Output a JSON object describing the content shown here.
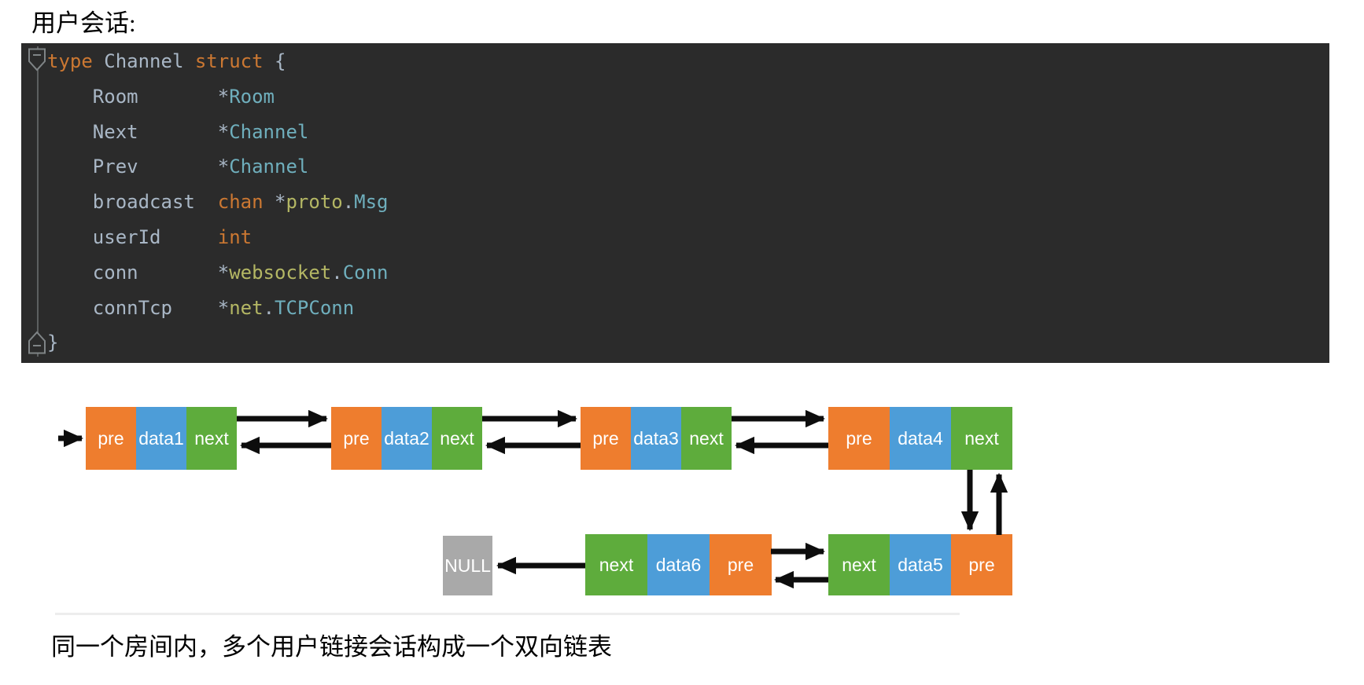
{
  "heading": "用户会话:",
  "caption": "同一个房间内，多个用户链接会话构成一个双向链表",
  "code": {
    "colors": {
      "background": "#2B2B2B",
      "keyword": "#CC7832",
      "plain": "#A9B7C6",
      "type": "#6FAFBD",
      "package": "#B4B764"
    },
    "icons": [
      "fold-region-start-icon",
      "fold-region-end-icon"
    ],
    "lines": [
      [
        {
          "t": "type ",
          "c": "kw"
        },
        {
          "t": "Channel ",
          "c": "pl"
        },
        {
          "t": "struct ",
          "c": "kw"
        },
        {
          "t": "{",
          "c": "pl"
        }
      ],
      [
        {
          "t": "    Room       ",
          "c": "pl"
        },
        {
          "t": "*",
          "c": "pl"
        },
        {
          "t": "Room",
          "c": "ty"
        }
      ],
      [
        {
          "t": "    Next       ",
          "c": "pl"
        },
        {
          "t": "*",
          "c": "pl"
        },
        {
          "t": "Channel",
          "c": "ty"
        }
      ],
      [
        {
          "t": "    Prev       ",
          "c": "pl"
        },
        {
          "t": "*",
          "c": "pl"
        },
        {
          "t": "Channel",
          "c": "ty"
        }
      ],
      [
        {
          "t": "    broadcast  ",
          "c": "pl"
        },
        {
          "t": "chan ",
          "c": "kw"
        },
        {
          "t": "*",
          "c": "pl"
        },
        {
          "t": "proto",
          "c": "pkg"
        },
        {
          "t": ".",
          "c": "pl"
        },
        {
          "t": "Msg",
          "c": "ty"
        }
      ],
      [
        {
          "t": "    userId     ",
          "c": "pl"
        },
        {
          "t": "int",
          "c": "kw"
        }
      ],
      [
        {
          "t": "    conn       ",
          "c": "pl"
        },
        {
          "t": "*",
          "c": "pl"
        },
        {
          "t": "websocket",
          "c": "pkg"
        },
        {
          "t": ".",
          "c": "pl"
        },
        {
          "t": "Conn",
          "c": "ty"
        }
      ],
      [
        {
          "t": "    connTcp    ",
          "c": "pl"
        },
        {
          "t": "*",
          "c": "pl"
        },
        {
          "t": "net",
          "c": "pkg"
        },
        {
          "t": ".",
          "c": "pl"
        },
        {
          "t": "TCPConn",
          "c": "ty"
        }
      ],
      [
        {
          "t": "}",
          "c": "pl"
        }
      ]
    ]
  },
  "diagram": {
    "colors": {
      "orange": "#EE7D2E",
      "blue": "#4D9DD8",
      "green": "#5EAC3C",
      "gray": "#A9A9A9",
      "arrow": "#0d0d0d"
    },
    "null_label": "NULL",
    "row1_nodes": [
      {
        "cells": [
          {
            "label": "pre",
            "color": "orange"
          },
          {
            "label": "data1",
            "color": "blue"
          },
          {
            "label": "next",
            "color": "green"
          }
        ]
      },
      {
        "cells": [
          {
            "label": "pre",
            "color": "orange"
          },
          {
            "label": "data2",
            "color": "blue"
          },
          {
            "label": "next",
            "color": "green"
          }
        ]
      },
      {
        "cells": [
          {
            "label": "pre",
            "color": "orange"
          },
          {
            "label": "data3",
            "color": "blue"
          },
          {
            "label": "next",
            "color": "green"
          }
        ]
      },
      {
        "cells": [
          {
            "label": "pre",
            "color": "orange"
          },
          {
            "label": "data4",
            "color": "blue"
          },
          {
            "label": "next",
            "color": "green"
          }
        ]
      }
    ],
    "row2_nodes": [
      {
        "cells": [
          {
            "label": "next",
            "color": "green"
          },
          {
            "label": "data6",
            "color": "blue"
          },
          {
            "label": "pre",
            "color": "orange"
          }
        ]
      },
      {
        "cells": [
          {
            "label": "next",
            "color": "green"
          },
          {
            "label": "data5",
            "color": "blue"
          },
          {
            "label": "pre",
            "color": "orange"
          }
        ]
      }
    ]
  }
}
